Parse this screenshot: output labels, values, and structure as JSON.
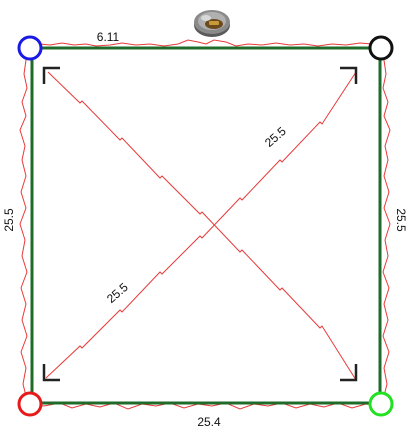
{
  "diagram": {
    "measurements": {
      "top_partial": "6.11",
      "bottom": "25.4",
      "left": "25.5",
      "right": "25.5",
      "diagonal_upper": "25.5",
      "diagonal_lower": "25.5"
    },
    "corner_markers": {
      "top_left": "#1a1ae6",
      "top_right": "#111111",
      "bottom_left": "#e61a1a",
      "bottom_right": "#22e022"
    },
    "colors": {
      "square_outline": "#1e6b2a",
      "measured_trace": "#e83a3a",
      "corner_brackets": "#222222"
    },
    "icons": {
      "device": "robot-vacuum-icon"
    }
  }
}
